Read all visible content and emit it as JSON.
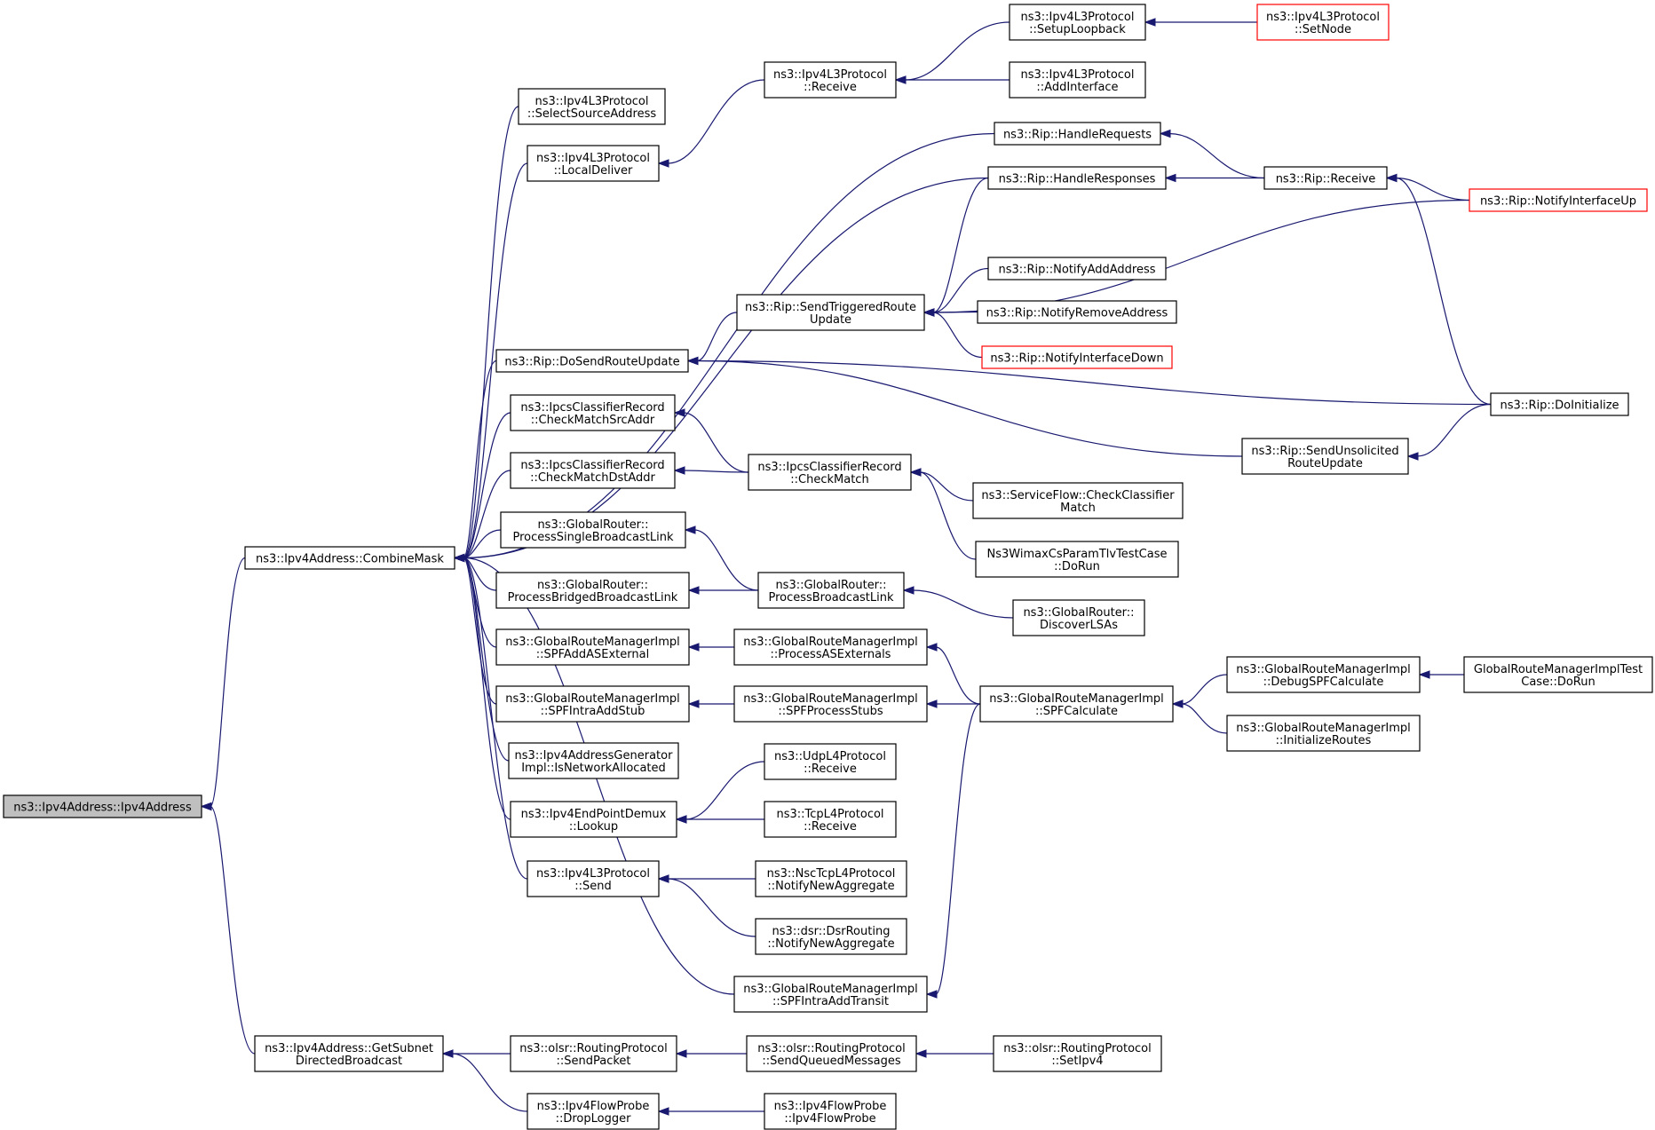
{
  "colors": {
    "edge": "#191970",
    "root_fill": "#bfbfbf",
    "truncated_border": "#ff0000"
  },
  "nodes": [
    {
      "id": "n_root",
      "label": [
        "ns3::Ipv4Address::Ipv4Address"
      ],
      "root": true
    },
    {
      "id": "n_combinemask",
      "label": [
        "ns3::Ipv4Address::CombineMask"
      ]
    },
    {
      "id": "n_getsubnet",
      "label": [
        "ns3::Ipv4Address::GetSubnet",
        "DirectedBroadcast"
      ]
    },
    {
      "id": "n_selectsrc",
      "label": [
        "ns3::Ipv4L3Protocol",
        "::SelectSourceAddress"
      ]
    },
    {
      "id": "n_localdeliver",
      "label": [
        "ns3::Ipv4L3Protocol",
        "::LocalDeliver"
      ]
    },
    {
      "id": "n_dosendroute",
      "label": [
        "ns3::Rip::DoSendRouteUpdate"
      ]
    },
    {
      "id": "n_checksrc",
      "label": [
        "ns3::IpcsClassifierRecord",
        "::CheckMatchSrcAddr"
      ]
    },
    {
      "id": "n_checkdst",
      "label": [
        "ns3::IpcsClassifierRecord",
        "::CheckMatchDstAddr"
      ]
    },
    {
      "id": "n_procsinglebc",
      "label": [
        "ns3::GlobalRouter::",
        "ProcessSingleBroadcastLink"
      ]
    },
    {
      "id": "n_procbridged",
      "label": [
        "ns3::GlobalRouter::",
        "ProcessBridgedBroadcastLink"
      ]
    },
    {
      "id": "n_spfaddas",
      "label": [
        "ns3::GlobalRouteManagerImpl",
        "::SPFAddASExternal"
      ]
    },
    {
      "id": "n_spfintrastub",
      "label": [
        "ns3::GlobalRouteManagerImpl",
        "::SPFIntraAddStub"
      ]
    },
    {
      "id": "n_isnetalloc",
      "label": [
        "ns3::Ipv4AddressGenerator",
        "Impl::IsNetworkAllocated"
      ]
    },
    {
      "id": "n_lookup",
      "label": [
        "ns3::Ipv4EndPointDemux",
        "::Lookup"
      ]
    },
    {
      "id": "n_send",
      "label": [
        "ns3::Ipv4L3Protocol",
        "::Send"
      ]
    },
    {
      "id": "n_spfintratransit",
      "label": [
        "ns3::GlobalRouteManagerImpl",
        "::SPFIntraAddTransit"
      ]
    },
    {
      "id": "n_olsrsendpacket",
      "label": [
        "ns3::olsr::RoutingProtocol",
        "::SendPacket"
      ]
    },
    {
      "id": "n_droplogger",
      "label": [
        "ns3::Ipv4FlowProbe",
        "::DropLogger"
      ]
    },
    {
      "id": "n_ipv4receive",
      "label": [
        "ns3::Ipv4L3Protocol",
        "::Receive"
      ]
    },
    {
      "id": "n_setuploopback",
      "label": [
        "ns3::Ipv4L3Protocol",
        "::SetupLoopback"
      ]
    },
    {
      "id": "n_setnode",
      "label": [
        "ns3::Ipv4L3Protocol",
        "::SetNode"
      ],
      "truncated": true
    },
    {
      "id": "n_addinterface",
      "label": [
        "ns3::Ipv4L3Protocol",
        "::AddInterface"
      ]
    },
    {
      "id": "n_handlereq",
      "label": [
        "ns3::Rip::HandleRequests"
      ]
    },
    {
      "id": "n_handleresp",
      "label": [
        "ns3::Rip::HandleResponses"
      ]
    },
    {
      "id": "n_ripreceive",
      "label": [
        "ns3::Rip::Receive"
      ]
    },
    {
      "id": "n_notifyifup",
      "label": [
        "ns3::Rip::NotifyInterfaceUp"
      ],
      "truncated": true
    },
    {
      "id": "n_sendtriggered",
      "label": [
        "ns3::Rip::SendTriggeredRoute",
        "Update"
      ]
    },
    {
      "id": "n_notifyaddaddr",
      "label": [
        "ns3::Rip::NotifyAddAddress"
      ]
    },
    {
      "id": "n_notifyremaddr",
      "label": [
        "ns3::Rip::NotifyRemoveAddress"
      ]
    },
    {
      "id": "n_notifyifdown",
      "label": [
        "ns3::Rip::NotifyInterfaceDown"
      ],
      "truncated": true
    },
    {
      "id": "n_ripdoinit",
      "label": [
        "ns3::Rip::DoInitialize"
      ]
    },
    {
      "id": "n_sendunsolicited",
      "label": [
        "ns3::Rip::SendUnsolicited",
        "RouteUpdate"
      ]
    },
    {
      "id": "n_checkmatch",
      "label": [
        "ns3::IpcsClassifierRecord",
        "::CheckMatch"
      ]
    },
    {
      "id": "n_sfcheck",
      "label": [
        "ns3::ServiceFlow::CheckClassifier",
        "Match"
      ]
    },
    {
      "id": "n_wimaxtest",
      "label": [
        "Ns3WimaxCsParamTlvTestCase",
        "::DoRun"
      ]
    },
    {
      "id": "n_procbc",
      "label": [
        "ns3::GlobalRouter::",
        "ProcessBroadcastLink"
      ]
    },
    {
      "id": "n_discoverlsas",
      "label": [
        "ns3::GlobalRouter::",
        "DiscoverLSAs"
      ]
    },
    {
      "id": "n_procasext",
      "label": [
        "ns3::GlobalRouteManagerImpl",
        "::ProcessASExternals"
      ]
    },
    {
      "id": "n_spfprocstubs",
      "label": [
        "ns3::GlobalRouteManagerImpl",
        "::SPFProcessStubs"
      ]
    },
    {
      "id": "n_spfcalc",
      "label": [
        "ns3::GlobalRouteManagerImpl",
        "::SPFCalculate"
      ]
    },
    {
      "id": "n_debugspf",
      "label": [
        "ns3::GlobalRouteManagerImpl",
        "::DebugSPFCalculate"
      ]
    },
    {
      "id": "n_initroutes",
      "label": [
        "ns3::GlobalRouteManagerImpl",
        "::InitializeRoutes"
      ]
    },
    {
      "id": "n_grmtest",
      "label": [
        "GlobalRouteManagerImplTest",
        "Case::DoRun"
      ]
    },
    {
      "id": "n_udprecv",
      "label": [
        "ns3::UdpL4Protocol",
        "::Receive"
      ]
    },
    {
      "id": "n_tcprecv",
      "label": [
        "ns3::TcpL4Protocol",
        "::Receive"
      ]
    },
    {
      "id": "n_nsctcp",
      "label": [
        "ns3::NscTcpL4Protocol",
        "::NotifyNewAggregate"
      ]
    },
    {
      "id": "n_dsr",
      "label": [
        "ns3::dsr::DsrRouting",
        "::NotifyNewAggregate"
      ]
    },
    {
      "id": "n_olsrqueued",
      "label": [
        "ns3::olsr::RoutingProtocol",
        "::SendQueuedMessages"
      ]
    },
    {
      "id": "n_olsrsetipv4",
      "label": [
        "ns3::olsr::RoutingProtocol",
        "::SetIpv4"
      ]
    },
    {
      "id": "n_flowprobe",
      "label": [
        "ns3::Ipv4FlowProbe",
        "::Ipv4FlowProbe"
      ]
    }
  ],
  "edges": [
    {
      "from": "n_combinemask",
      "to": "n_root"
    },
    {
      "from": "n_getsubnet",
      "to": "n_root"
    },
    {
      "from": "n_selectsrc",
      "to": "n_combinemask"
    },
    {
      "from": "n_localdeliver",
      "to": "n_combinemask"
    },
    {
      "from": "n_handlereq",
      "to": "n_combinemask"
    },
    {
      "from": "n_handleresp",
      "to": "n_combinemask"
    },
    {
      "from": "n_dosendroute",
      "to": "n_combinemask"
    },
    {
      "from": "n_checksrc",
      "to": "n_combinemask"
    },
    {
      "from": "n_checkdst",
      "to": "n_combinemask"
    },
    {
      "from": "n_procsinglebc",
      "to": "n_combinemask"
    },
    {
      "from": "n_procbridged",
      "to": "n_combinemask"
    },
    {
      "from": "n_spfaddas",
      "to": "n_combinemask"
    },
    {
      "from": "n_spfintrastub",
      "to": "n_combinemask"
    },
    {
      "from": "n_isnetalloc",
      "to": "n_combinemask"
    },
    {
      "from": "n_lookup",
      "to": "n_combinemask"
    },
    {
      "from": "n_send",
      "to": "n_combinemask"
    },
    {
      "from": "n_spfintratransit",
      "to": "n_combinemask"
    },
    {
      "from": "n_ipv4receive",
      "to": "n_localdeliver"
    },
    {
      "from": "n_setuploopback",
      "to": "n_ipv4receive"
    },
    {
      "from": "n_addinterface",
      "to": "n_ipv4receive"
    },
    {
      "from": "n_setnode",
      "to": "n_setuploopback"
    },
    {
      "from": "n_ripreceive",
      "to": "n_handlereq"
    },
    {
      "from": "n_ripreceive",
      "to": "n_handleresp"
    },
    {
      "from": "n_notifyifup",
      "to": "n_ripreceive"
    },
    {
      "from": "n_ripdoinit",
      "to": "n_ripreceive"
    },
    {
      "from": "n_sendtriggered",
      "to": "n_dosendroute"
    },
    {
      "from": "n_ripdoinit",
      "to": "n_dosendroute"
    },
    {
      "from": "n_sendunsolicited",
      "to": "n_dosendroute"
    },
    {
      "from": "n_ripdoinit",
      "to": "n_sendunsolicited"
    },
    {
      "from": "n_handleresp",
      "to": "n_sendtriggered"
    },
    {
      "from": "n_notifyifup",
      "to": "n_sendtriggered"
    },
    {
      "from": "n_notifyaddaddr",
      "to": "n_sendtriggered"
    },
    {
      "from": "n_notifyremaddr",
      "to": "n_sendtriggered"
    },
    {
      "from": "n_notifyifdown",
      "to": "n_sendtriggered"
    },
    {
      "from": "n_checkmatch",
      "to": "n_checksrc"
    },
    {
      "from": "n_checkmatch",
      "to": "n_checkdst"
    },
    {
      "from": "n_sfcheck",
      "to": "n_checkmatch"
    },
    {
      "from": "n_wimaxtest",
      "to": "n_checkmatch"
    },
    {
      "from": "n_procbc",
      "to": "n_procsinglebc"
    },
    {
      "from": "n_procbc",
      "to": "n_procbridged"
    },
    {
      "from": "n_discoverlsas",
      "to": "n_procbc"
    },
    {
      "from": "n_procasext",
      "to": "n_spfaddas"
    },
    {
      "from": "n_spfprocstubs",
      "to": "n_spfintrastub"
    },
    {
      "from": "n_spfcalc",
      "to": "n_procasext"
    },
    {
      "from": "n_spfcalc",
      "to": "n_spfprocstubs"
    },
    {
      "from": "n_spfcalc",
      "to": "n_spfintratransit"
    },
    {
      "from": "n_debugspf",
      "to": "n_spfcalc"
    },
    {
      "from": "n_initroutes",
      "to": "n_spfcalc"
    },
    {
      "from": "n_grmtest",
      "to": "n_debugspf"
    },
    {
      "from": "n_udprecv",
      "to": "n_lookup"
    },
    {
      "from": "n_tcprecv",
      "to": "n_lookup"
    },
    {
      "from": "n_nsctcp",
      "to": "n_send"
    },
    {
      "from": "n_dsr",
      "to": "n_send"
    },
    {
      "from": "n_olsrsendpacket",
      "to": "n_getsubnet"
    },
    {
      "from": "n_droplogger",
      "to": "n_getsubnet"
    },
    {
      "from": "n_olsrqueued",
      "to": "n_olsrsendpacket"
    },
    {
      "from": "n_olsrsetipv4",
      "to": "n_olsrqueued"
    },
    {
      "from": "n_flowprobe",
      "to": "n_droplogger"
    }
  ]
}
